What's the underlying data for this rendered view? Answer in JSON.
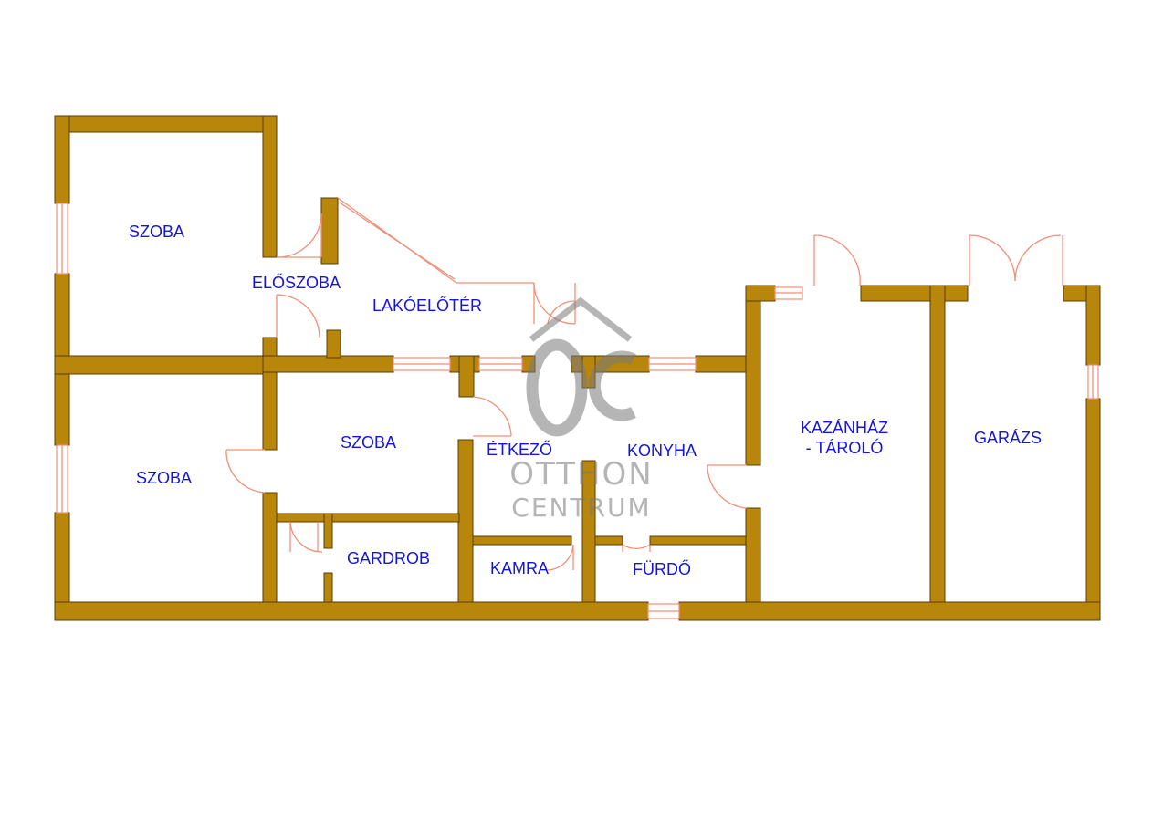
{
  "rooms": {
    "szoba_top": "SZOBA",
    "eloszoba": "ELŐSZOBA",
    "lakoeloter": "LAKÓELŐTÉR",
    "szoba_left": "SZOBA",
    "szoba_mid": "SZOBA",
    "gardrob": "GARDROB",
    "etkezo": "ÉTKEZŐ",
    "konyha": "KONYHA",
    "kamra": "KAMRA",
    "furdo": "FÜRDŐ",
    "kazanhaz_line1": "KAZÁNHÁZ",
    "kazanhaz_line2": "- TÁROLÓ",
    "garazs": "GARÁZS"
  },
  "watermark": {
    "line1": "OTTHON",
    "line2": "CENTRUM"
  },
  "colors": {
    "wall": "#b8860b",
    "label": "#1515d8",
    "door": "#f08f78"
  }
}
